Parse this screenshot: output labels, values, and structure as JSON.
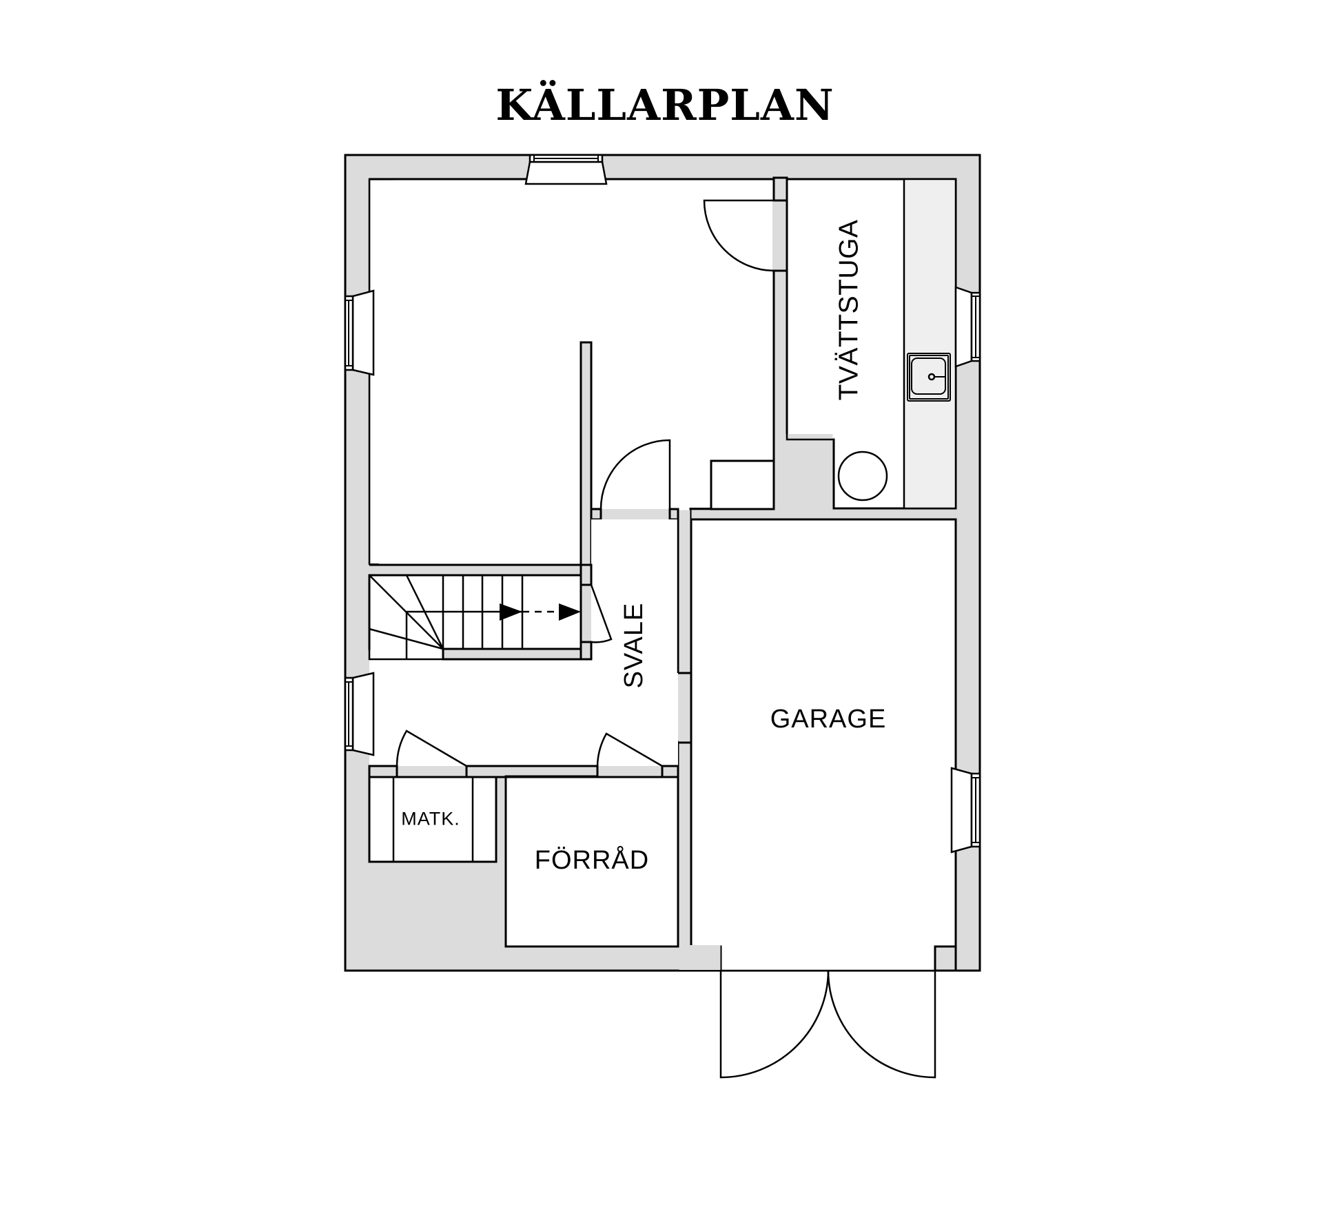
{
  "title": "KÄLLARPLAN",
  "rooms": {
    "tvattstuga": "TVÄTTSTUGA",
    "svale": "SVALE",
    "garage": "GARAGE",
    "matk": "MATK.",
    "forrad": "FÖRRÅD"
  },
  "colors": {
    "wall": "#dcdcdc",
    "counter": "#efefef",
    "line": "#000000",
    "background": "#ffffff"
  },
  "icons": {
    "stair_direction": "arrow-right-icon",
    "sink": "sink-icon",
    "washing_machine": "circle-appliance-icon"
  }
}
